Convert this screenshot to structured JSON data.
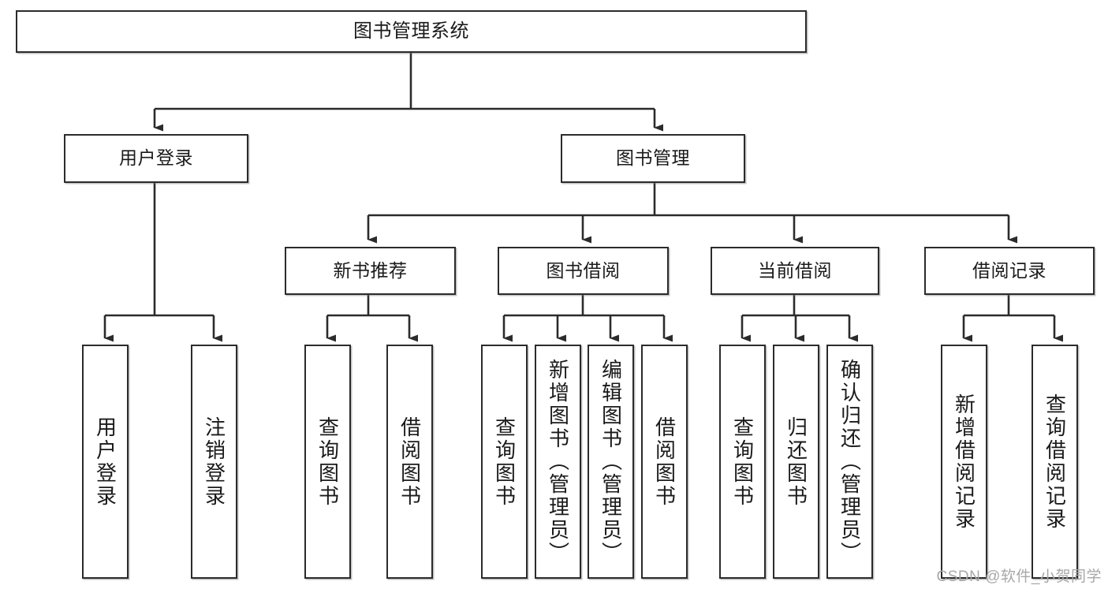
{
  "diagram": {
    "title": "图书管理系统",
    "type": "hierarchy-tree",
    "watermark": "CSDN @软件_小贺同学",
    "line_color": "#2b2b2b",
    "box_fill": "#ffffff",
    "text_color": "#1a1a1a",
    "watermark_color": "#a8a8a8"
  },
  "nodes": {
    "root": {
      "label": "图书管理系统",
      "level": 0
    },
    "l1": [
      {
        "id": "user-login",
        "label": "用户登录",
        "level": 1
      },
      {
        "id": "book-manage",
        "label": "图书管理",
        "level": 1
      }
    ],
    "l2": [
      {
        "id": "new-book-recommend",
        "label": "新书推荐",
        "level": 2
      },
      {
        "id": "book-borrow",
        "label": "图书借阅",
        "level": 2
      },
      {
        "id": "current-borrow",
        "label": "当前借阅",
        "level": 2
      },
      {
        "id": "borrow-record",
        "label": "借阅记录",
        "level": 2
      }
    ],
    "leaves": [
      {
        "id": "leaf-user-login",
        "label": "用户登录",
        "parent": "user-login"
      },
      {
        "id": "leaf-logout",
        "label": "注销登录",
        "parent": "user-login"
      },
      {
        "id": "leaf-query-book-1",
        "label": "查询图书",
        "parent": "new-book-recommend"
      },
      {
        "id": "leaf-borrow-book-1",
        "label": "借阅图书",
        "parent": "new-book-recommend"
      },
      {
        "id": "leaf-query-book-2",
        "label": "查询图书",
        "parent": "book-borrow"
      },
      {
        "id": "leaf-add-book",
        "label": "新增图书（管理员）",
        "parent": "book-borrow"
      },
      {
        "id": "leaf-edit-book",
        "label": "编辑图书（管理员）",
        "parent": "book-borrow"
      },
      {
        "id": "leaf-borrow-book-2",
        "label": "借阅图书",
        "parent": "book-borrow"
      },
      {
        "id": "leaf-query-book-3",
        "label": "查询图书",
        "parent": "current-borrow"
      },
      {
        "id": "leaf-return-book",
        "label": "归还图书",
        "parent": "current-borrow"
      },
      {
        "id": "leaf-confirm-return",
        "label": "确认归还（管理员）",
        "parent": "current-borrow"
      },
      {
        "id": "leaf-add-record",
        "label": "新增借阅记录",
        "parent": "borrow-record"
      },
      {
        "id": "leaf-query-record",
        "label": "查询借阅记录",
        "parent": "borrow-record"
      }
    ]
  }
}
